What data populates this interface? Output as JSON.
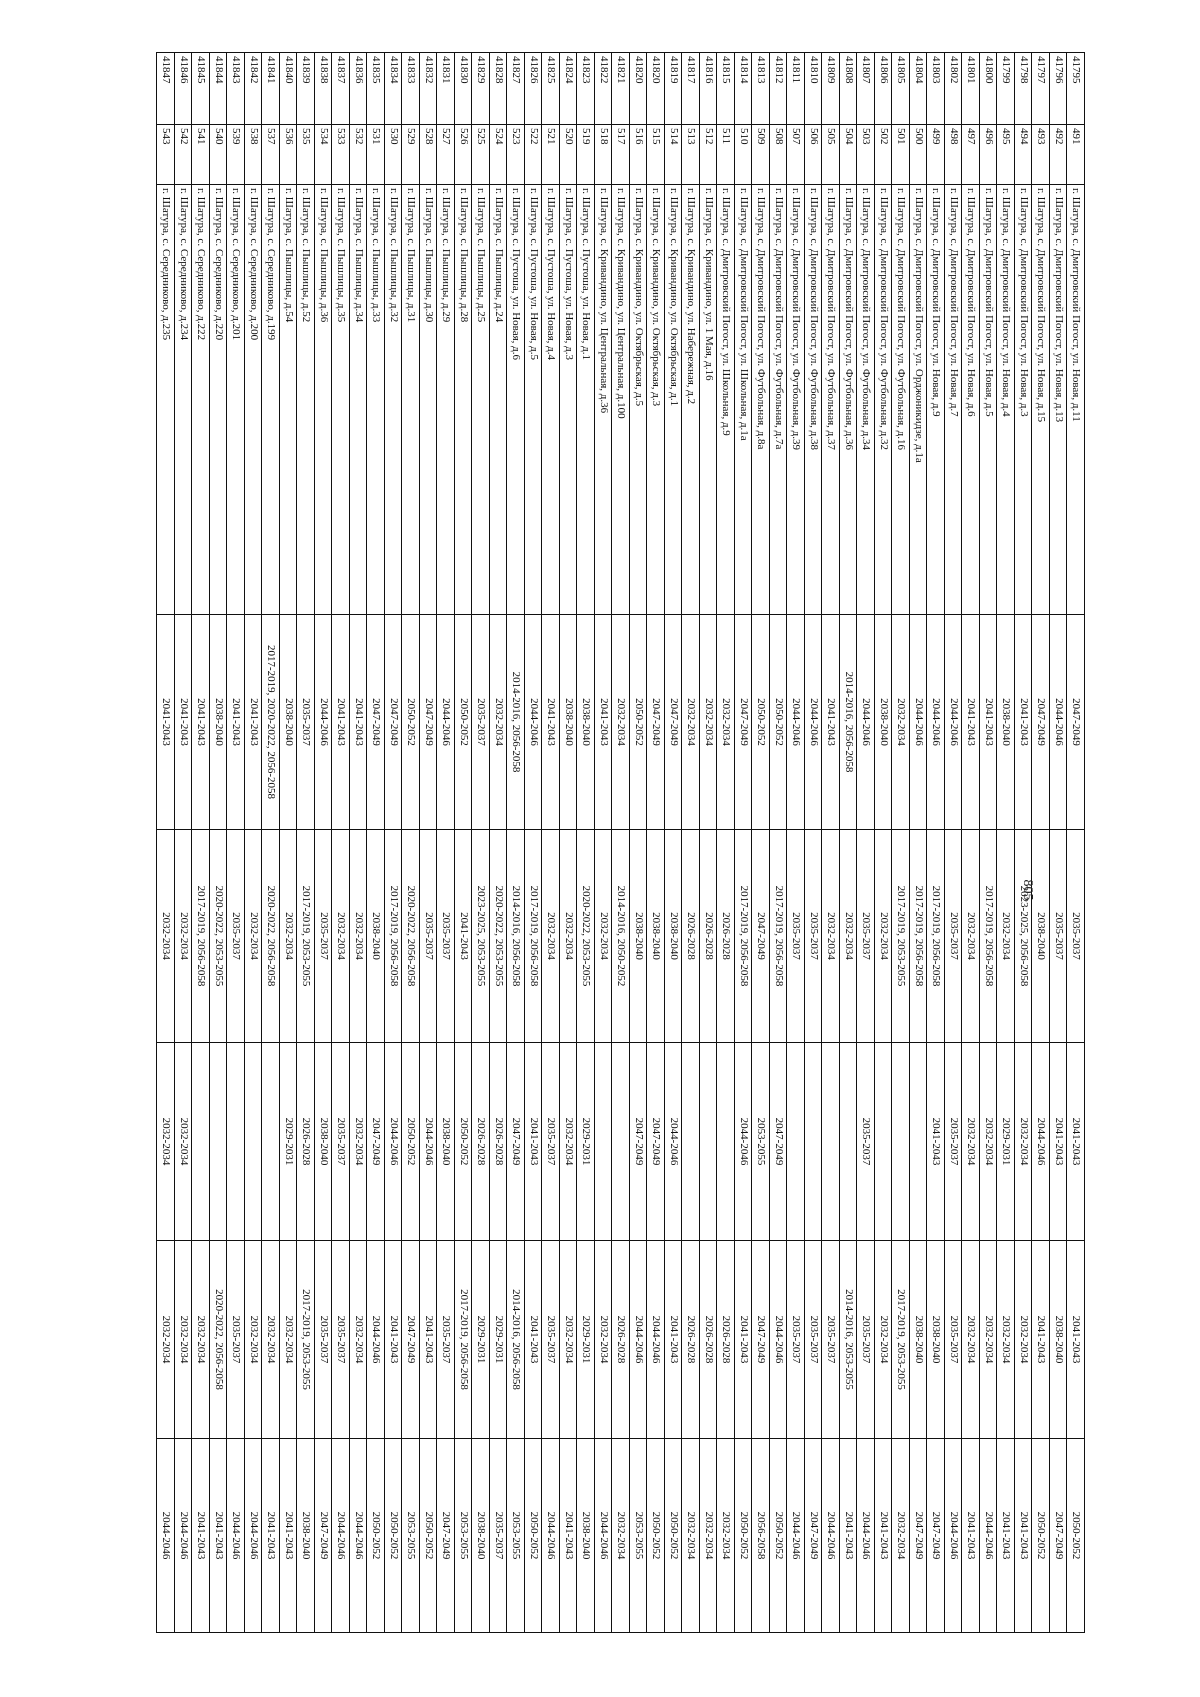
{
  "page_number": "805",
  "rows": [
    [
      "41795",
      "491",
      "г. Шатура, с. Дмитровский Погост, ул. Новая, д.11",
      "2047-2049",
      "2035-2037",
      "2041-2043",
      "2041-2043",
      "2050-2052"
    ],
    [
      "41796",
      "492",
      "г. Шатура, с. Дмитровский Погост, ул. Новая, д.13",
      "2044-2046",
      "2035-2037",
      "2041-2043",
      "2038-2040",
      "2047-2049"
    ],
    [
      "41797",
      "493",
      "г. Шатура, с. Дмитровский Погост, ул. Новая, д.15",
      "2047-2049",
      "2038-2040",
      "2044-2046",
      "2041-2043",
      "2050-2052"
    ],
    [
      "41798",
      "494",
      "г. Шатура, с. Дмитровский Погост, ул. Новая, д.3",
      "2041-2043",
      "2023-2025, 2056-2058",
      "2032-2034",
      "2032-2034",
      "2041-2043"
    ],
    [
      "41799",
      "495",
      "г. Шатура, с. Дмитровский Погост, ул. Новая, д.4",
      "2038-2040",
      "2032-2034",
      "2029-2031",
      "2032-2034",
      "2041-2043"
    ],
    [
      "41800",
      "496",
      "г. Шатура, с. Дмитровский Погост, ул. Новая, д.5",
      "2041-2043",
      "2017-2019, 2056-2058",
      "2032-2034",
      "2032-2034",
      "2044-2046"
    ],
    [
      "41801",
      "497",
      "г. Шатура, с. Дмитровский Погост, ул. Новая, д.6",
      "2041-2043",
      "2032-2034",
      "2032-2034",
      "2032-2034",
      "2041-2043"
    ],
    [
      "41802",
      "498",
      "г. Шатура, с. Дмитровский Погост, ул. Новая, д.7",
      "2044-2046",
      "2035-2037",
      "2035-2037",
      "2035-2037",
      "2044-2046"
    ],
    [
      "41803",
      "499",
      "г. Шатура, с. Дмитровский Погост, ул. Новая, д.9",
      "2044-2046",
      "2017-2019, 2056-2058",
      "2041-2043",
      "2038-2040",
      "2047-2049"
    ],
    [
      "41804",
      "500",
      "г. Шатура, с. Дмитровский Погост, ул. Орджоникидзе, д.1а",
      "2044-2046",
      "2017-2019, 2056-2058",
      "",
      "2038-2040",
      "2047-2049"
    ],
    [
      "41805",
      "501",
      "г. Шатура, с. Дмитровский Погост, ул. Футбольная, д.16",
      "2032-2034",
      "2017-2019, 2053-2055",
      "",
      "2017-2019, 2053-2055",
      "2032-2034"
    ],
    [
      "41806",
      "502",
      "г. Шатура, с. Дмитровский Погост, ул. Футбольная, д.32",
      "2038-2040",
      "2032-2034",
      "",
      "2032-2034",
      "2041-2043"
    ],
    [
      "41807",
      "503",
      "г. Шатура, с. Дмитровский Погост, ул. Футбольная, д.34",
      "2044-2046",
      "2035-2037",
      "2035-2037",
      "2035-2037",
      "2044-2046"
    ],
    [
      "41808",
      "504",
      "г. Шатура, с. Дмитровский Погост, ул. Футбольная, д.36",
      "2014-2016, 2056-2058",
      "2032-2034",
      "",
      "2014-2016, 2053-2055",
      "2041-2043"
    ],
    [
      "41809",
      "505",
      "г. Шатура, с. Дмитровский Погост, ул. Футбольная, д.37",
      "2041-2043",
      "2032-2034",
      "",
      "2035-2037",
      "2044-2046"
    ],
    [
      "41810",
      "506",
      "г. Шатура, с. Дмитровский Погост, ул. Футбольная, д.38",
      "2044-2046",
      "2035-2037",
      "",
      "2035-2037",
      "2047-2049"
    ],
    [
      "41811",
      "507",
      "г. Шатура, с. Дмитровский Погост, ул. Футбольная, д.39",
      "2044-2046",
      "2035-2037",
      "",
      "2035-2037",
      "2044-2046"
    ],
    [
      "41812",
      "508",
      "г. Шатура, с. Дмитровский Погост, ул. Футбольная, д.7а",
      "2050-2052",
      "2017-2019, 2056-2058",
      "2047-2049",
      "2044-2046",
      "2050-2052"
    ],
    [
      "41813",
      "509",
      "г. Шатура, с. Дмитровский Погост, ул. Футбольная, д.8а",
      "2050-2052",
      "2047-2049",
      "2053-2055",
      "2047-2049",
      "2056-2058"
    ],
    [
      "41814",
      "510",
      "г. Шатура, с. Дмитровский Погост, ул. Школьная, д.1а",
      "2047-2049",
      "2017-2019, 2056-2058",
      "2044-2046",
      "2041-2043",
      "2050-2052"
    ],
    [
      "41815",
      "511",
      "г. Шатура, с. Дмитровский Погост, ул. Школьная, д.9",
      "2032-2034",
      "2026-2028",
      "",
      "2026-2028",
      "2032-2034"
    ],
    [
      "41816",
      "512",
      "г. Шатура, с. Кривандино, ул. 1 Мая, д.16",
      "2032-2034",
      "2026-2028",
      "",
      "2026-2028",
      "2032-2034"
    ],
    [
      "41817",
      "513",
      "г. Шатура, с. Кривандино, ул. Набережная, д.2",
      "2032-2034",
      "2026-2028",
      "",
      "2026-2028",
      "2032-2034"
    ],
    [
      "41819",
      "514",
      "г. Шатура, с. Кривандино, ул. Октябрьская, д.1",
      "2047-2049",
      "2038-2040",
      "2044-2046",
      "2041-2043",
      "2050-2052"
    ],
    [
      "41820",
      "515",
      "г. Шатура, с. Кривандино, ул. Октябрьская, д.3",
      "2047-2049",
      "2038-2040",
      "2047-2049",
      "2044-2046",
      "2050-2052"
    ],
    [
      "41820",
      "516",
      "г. Шатура, с. Кривандино, ул. Октябрьская, д.5",
      "2050-2052",
      "2038-2040",
      "2047-2049",
      "2044-2046",
      "2053-2055"
    ],
    [
      "41821",
      "517",
      "г. Шатура, с. Кривандино, ул. Центральная, д.100",
      "2032-2034",
      "2014-2016, 2050-2052",
      "",
      "2026-2028",
      "2032-2034"
    ],
    [
      "41822",
      "518",
      "г. Шатура, с. Кривандино, ул. Центральная, д.36",
      "2041-2043",
      "2032-2034",
      "",
      "2032-2034",
      "2044-2046"
    ],
    [
      "41823",
      "519",
      "г. Шатура, с. Пустоша, ул. Новая, д.1",
      "2038-2040",
      "2020-2022, 2053-2055",
      "2029-2031",
      "2029-2031",
      "2038-2040"
    ],
    [
      "41824",
      "520",
      "г. Шатура, с. Пустоша, ул. Новая, д.3",
      "2038-2040",
      "2032-2034",
      "2032-2034",
      "2032-2034",
      "2041-2043"
    ],
    [
      "41825",
      "521",
      "г. Шатура, с. Пустоша, ул. Новая, д.4",
      "2041-2043",
      "2032-2034",
      "2035-2037",
      "2035-2037",
      "2044-2046"
    ],
    [
      "41826",
      "522",
      "г. Шатура, с. Пустоша, ул. Новая, д.5",
      "2044-2046",
      "2017-2019, 2056-2058",
      "2041-2043",
      "2041-2043",
      "2050-2052"
    ],
    [
      "41827",
      "523",
      "г. Шатура, с. Пустоша, ул. Новая, д.6",
      "2014-2016, 2056-2058",
      "2014-2016, 2056-2058",
      "2047-2049",
      "2014-2016, 2056-2058",
      "2053-2055"
    ],
    [
      "41828",
      "524",
      "г. Шатура, с. Пышлицы, д.24",
      "2032-2034",
      "2020-2022, 2053-2055",
      "2026-2028",
      "2029-2031",
      "2035-2037"
    ],
    [
      "41829",
      "525",
      "г. Шатура, с. Пышлицы, д.25",
      "2035-2037",
      "2023-2025, 2053-2055",
      "2026-2028",
      "2029-2031",
      "2038-2040"
    ],
    [
      "41830",
      "526",
      "г. Шатура, с. Пышлицы, д.28",
      "2050-2052",
      "2041-2043",
      "2050-2052",
      "2017-2019, 2056-2058",
      "2053-2055"
    ],
    [
      "41831",
      "527",
      "г. Шатура, с. Пышлицы, д.29",
      "2044-2046",
      "2035-2037",
      "2038-2040",
      "2035-2037",
      "2047-2049"
    ],
    [
      "41832",
      "528",
      "г. Шатура, с. Пышлицы, д.30",
      "2047-2049",
      "2035-2037",
      "2044-2046",
      "2041-2043",
      "2050-2052"
    ],
    [
      "41833",
      "529",
      "г. Шатура, с. Пышлицы, д.31",
      "2050-2052",
      "2020-2022, 2056-2058",
      "2050-2052",
      "2047-2049",
      "2053-2055"
    ],
    [
      "41834",
      "530",
      "г. Шатура, с. Пышлицы, д.32",
      "2047-2049",
      "2017-2019, 2056-2058",
      "2044-2046",
      "2041-2043",
      "2050-2052"
    ],
    [
      "41835",
      "531",
      "г. Шатура, с. Пышлицы, д.33",
      "2047-2049",
      "2038-2040",
      "2047-2049",
      "2044-2046",
      "2050-2052"
    ],
    [
      "41836",
      "532",
      "г. Шатура, с. Пышлицы, д.34",
      "2041-2043",
      "2032-2034",
      "2032-2034",
      "2032-2034",
      "2044-2046"
    ],
    [
      "41837",
      "533",
      "г. Шатура, с. Пышлицы, д.35",
      "2041-2043",
      "2032-2034",
      "2035-2037",
      "2035-2037",
      "2044-2046"
    ],
    [
      "41838",
      "534",
      "г. Шатура, с. Пышлицы, д.36",
      "2044-2046",
      "2035-2037",
      "2038-2040",
      "2035-2037",
      "2047-2049"
    ],
    [
      "41839",
      "535",
      "г. Шатура, с. Пышлицы, д.52",
      "2035-2037",
      "2017-2019, 2053-2055",
      "2026-2028",
      "2017-2019, 2053-2055",
      "2038-2040"
    ],
    [
      "41840",
      "536",
      "г. Шатура, с. Пышлицы, д.54",
      "2038-2040",
      "2032-2034",
      "2029-2031",
      "2032-2034",
      "2041-2043"
    ],
    [
      "41841",
      "537",
      "г. Шатура, с. Середниково, д.199",
      "2017-2019, 2020-2022, 2056-2058",
      "2020-2022, 2056-2058",
      "",
      "2032-2034",
      "2041-2043"
    ],
    [
      "41842",
      "538",
      "г. Шатура, с. Середниково, д.200",
      "2041-2043",
      "2032-2034",
      "",
      "2032-2034",
      "2044-2046"
    ],
    [
      "41843",
      "539",
      "г. Шатура, с. Середниково, д.201",
      "2041-2043",
      "2035-2037",
      "",
      "2035-2037",
      "2044-2046"
    ],
    [
      "41844",
      "540",
      "г. Шатура, с. Середниково, д.220",
      "2038-2040",
      "2020-2022, 2053-2055",
      "",
      "2020-2022, 2056-2058",
      "2041-2043"
    ],
    [
      "41845",
      "541",
      "г. Шатура, с. Середниково, д.222",
      "2041-2043",
      "2017-2019, 2056-2058",
      "",
      "2032-2034",
      "2041-2043"
    ],
    [
      "41846",
      "542",
      "г. Шатура, с. Середниково, д.234",
      "2041-2043",
      "2032-2034",
      "2032-2034",
      "2032-2034",
      "2044-2046"
    ],
    [
      "41847",
      "543",
      "г. Шатура, с. Середниково, д.235",
      "2041-2043",
      "2032-2034",
      "2032-2034",
      "2032-2034",
      "2044-2046"
    ]
  ]
}
